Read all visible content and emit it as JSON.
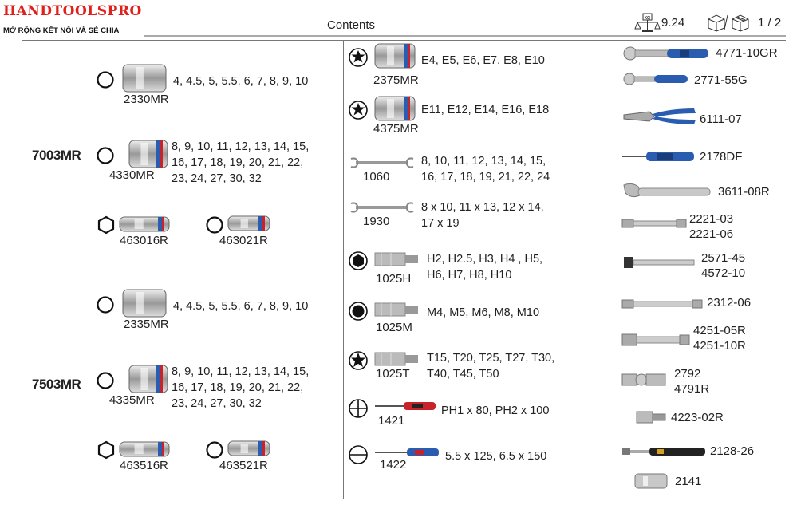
{
  "header": {
    "brand": "HANDTOOLSPRO",
    "tagline": "MỞ RỘNG KẾT NỐI VÀ SẺ CHIA",
    "contents_label": "Contents",
    "weight_icon": "kg-scale-icon",
    "weight": "9.24",
    "box_icon": "box-icon",
    "box_count": "1 / 2"
  },
  "sets": [
    {
      "model": "7003MR",
      "items": [
        {
          "code": "2330MR",
          "sizes": "4, 4.5, 5, 5.5, 6, 7, 8, 9, 10"
        },
        {
          "code": "4330MR",
          "sizes_lines": [
            "8, 9, 10, 11, 12, 13, 14, 15,",
            "16, 17, 18, 19, 20, 21, 22,",
            "23, 24, 27, 30, 32"
          ]
        },
        {
          "code": "463016R"
        },
        {
          "code": "463021R"
        }
      ]
    },
    {
      "model": "7503MR",
      "items": [
        {
          "code": "2335MR",
          "sizes": "4, 4.5, 5, 5.5, 6, 7, 8, 9, 10"
        },
        {
          "code": "4335MR",
          "sizes_lines": [
            "8, 9, 10, 11, 12, 13, 14, 15,",
            "16, 17, 18, 19, 20, 21, 22,",
            "23, 24, 27, 30, 32"
          ]
        },
        {
          "code": "463516R"
        },
        {
          "code": "463521R"
        }
      ]
    }
  ],
  "middle": [
    {
      "code": "2375MR",
      "lines": [
        "E4, E5, E6, E7, E8, E10"
      ]
    },
    {
      "code": "4375MR",
      "lines": [
        "E11, E12, E14, E16, E18"
      ]
    },
    {
      "code": "1060",
      "lines": [
        "8, 10, 11, 12, 13, 14, 15,",
        "16, 17, 18, 19, 21, 22, 24"
      ]
    },
    {
      "code": "1930",
      "lines": [
        "8 x 10, 11 x 13, 12 x 14,",
        "17 x 19"
      ]
    },
    {
      "code": "1025H",
      "lines": [
        "H2, H2.5, H3, H4 , H5,",
        "H6, H7, H8, H10"
      ]
    },
    {
      "code": "1025M",
      "lines": [
        "M4, M5, M6, M8, M10"
      ]
    },
    {
      "code": "1025T",
      "lines": [
        "T15, T20, T25, T27, T30,",
        "T40, T45, T50"
      ]
    },
    {
      "code": "1421",
      "lines": [
        "PH1 x 80, PH2 x 100"
      ]
    },
    {
      "code": "1422",
      "lines": [
        "5.5 x 125, 6.5 x 150"
      ]
    }
  ],
  "right": [
    {
      "lines": [
        "4771-10GR"
      ]
    },
    {
      "lines": [
        "2771-55G"
      ]
    },
    {
      "lines": [
        "6111-07"
      ]
    },
    {
      "lines": [
        "2178DF"
      ]
    },
    {
      "lines": [
        "3611-08R"
      ]
    },
    {
      "lines": [
        "2221-03",
        "2221-06"
      ]
    },
    {
      "lines": [
        "2571-45",
        "4572-10"
      ]
    },
    {
      "lines": [
        "2312-06"
      ]
    },
    {
      "lines": [
        "4251-05R",
        "4251-10R"
      ]
    },
    {
      "lines": [
        "2792",
        "4791R"
      ]
    },
    {
      "lines": [
        "4223-02R"
      ]
    },
    {
      "lines": [
        "2128-26"
      ]
    },
    {
      "lines": [
        "2141"
      ]
    }
  ],
  "colors": {
    "brand": "#e0201b",
    "accent_blue": "#2a5db0",
    "handle_red": "#c8232b",
    "chrome": "#b8b8b8",
    "line": "#777777"
  }
}
